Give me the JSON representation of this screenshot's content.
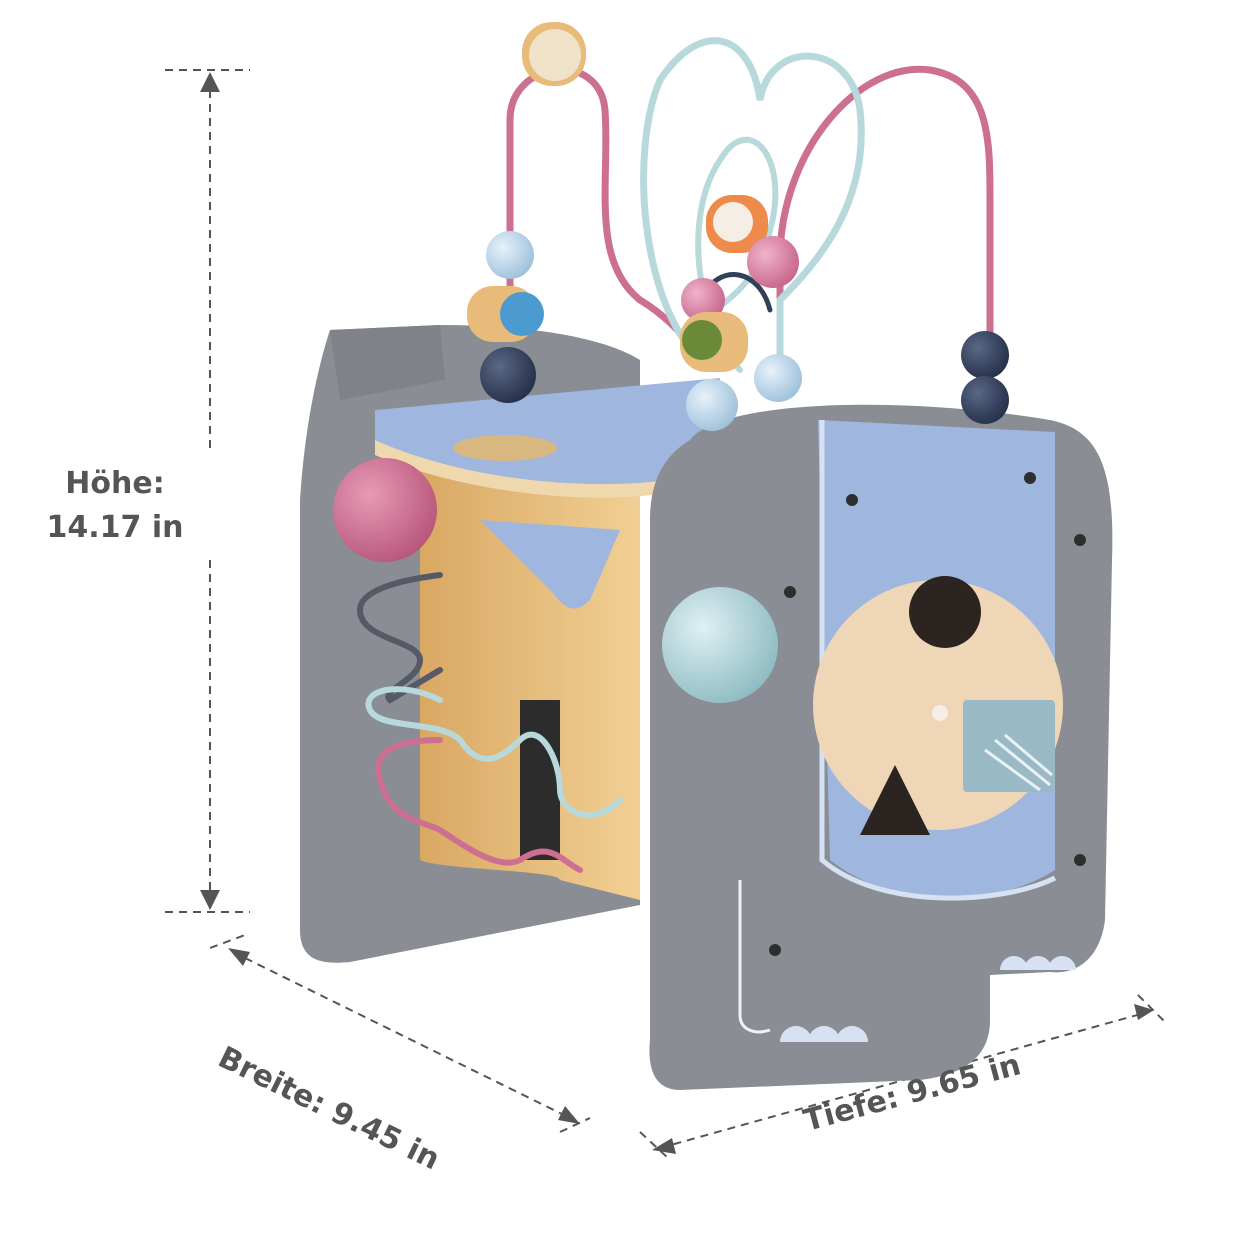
{
  "dimensions": {
    "height": {
      "label": "Höhe:",
      "value": "14.17 in"
    },
    "width": {
      "label": "Breite:",
      "value": "9.45 in",
      "text": "Breite: 9.45 in"
    },
    "depth": {
      "label": "Tiefe:",
      "value": "9.65 in",
      "text": "Tiefe: 9.65 in"
    }
  },
  "colors": {
    "grey": "#8a8d93",
    "blue": "#9fb6de",
    "pink": "#cc6f90",
    "mint": "#b7d9dc",
    "navy": "#33405a",
    "wood": "#e8c48a",
    "label": "#555555"
  }
}
